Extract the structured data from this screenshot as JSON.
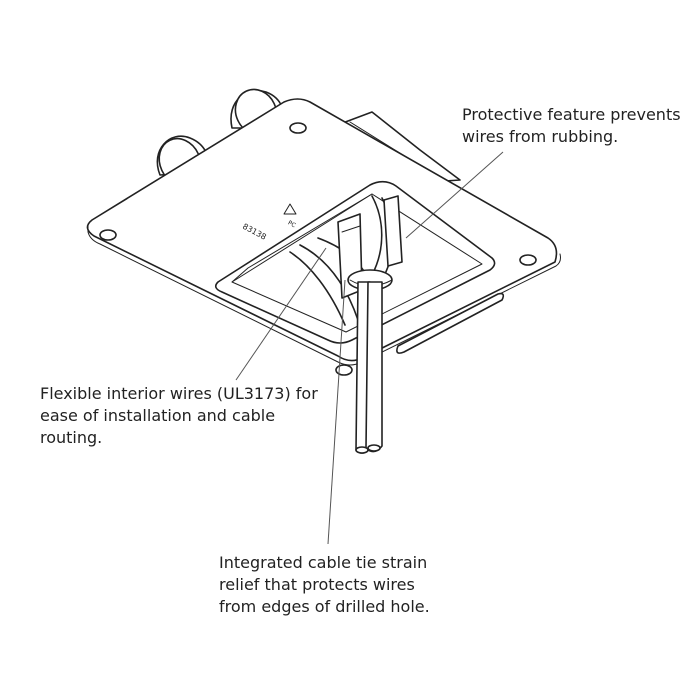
{
  "callouts": {
    "protective": {
      "lines": [
        "Protective feature prevents",
        "wires from rubbing."
      ]
    },
    "flexible": {
      "lines": [
        "Flexible interior wires (UL3173) for",
        "ease of installation and cable",
        "routing."
      ]
    },
    "strain_relief": {
      "lines": [
        "Integrated cable tie strain",
        "relief that protects wires",
        "from edges of drilled hole."
      ]
    }
  },
  "plate_markings": {
    "part_number": "83138",
    "recycle_code": "PC"
  },
  "colors": {
    "line": "#222222",
    "leader": "#555555",
    "background": "#ffffff"
  }
}
